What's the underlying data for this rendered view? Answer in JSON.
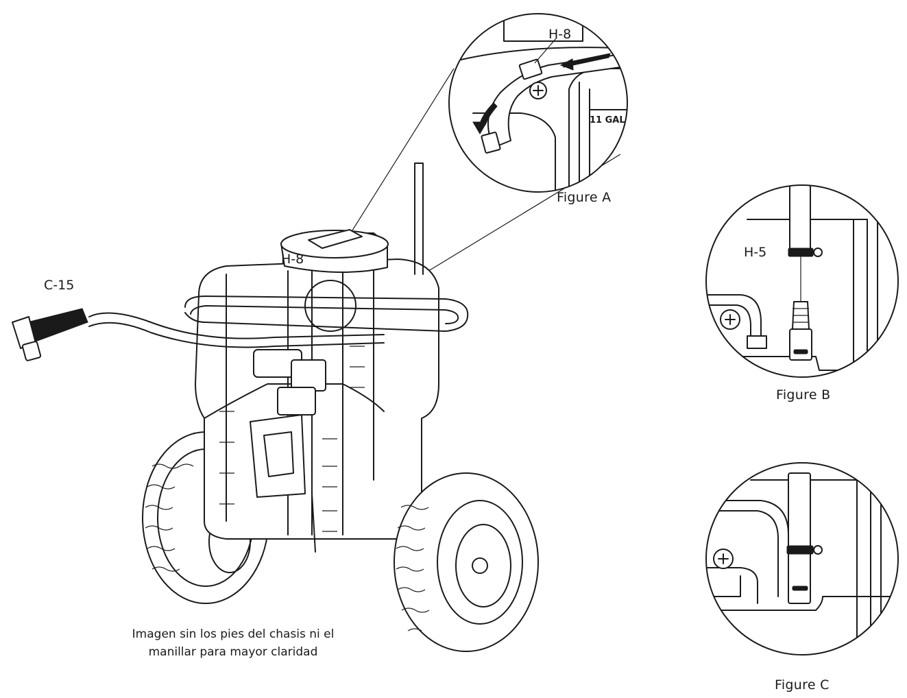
{
  "labels": {
    "c15": "C-15",
    "h8_main": "H-8",
    "h8_detail": "H-8",
    "h5": "H-5",
    "gal_label": "11 GAL"
  },
  "captions": {
    "figure_a": "Figure A",
    "figure_b": "Figure B",
    "figure_c": "Figure C"
  },
  "note": {
    "line1": "Imagen sin los pies del chasis ni el",
    "line2": "manillar para mayor claridad"
  },
  "colors": {
    "line": "#1a1a1a",
    "background": "#ffffff"
  }
}
